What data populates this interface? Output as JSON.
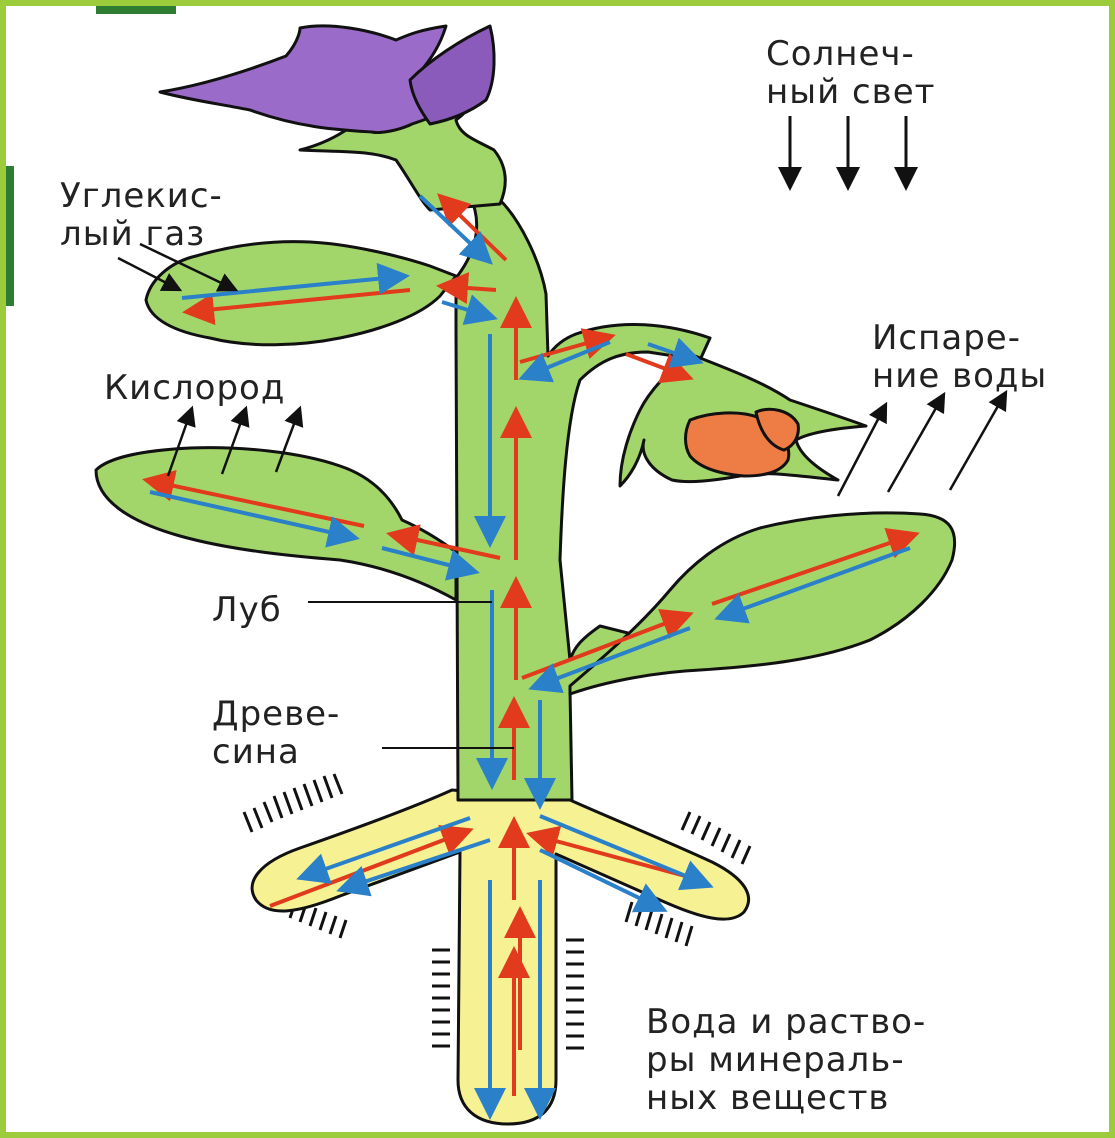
{
  "labels": {
    "sunlight_1": "Солнеч-",
    "sunlight_2": "ный свет",
    "co2_1": "Углекис-",
    "co2_2": "лый газ",
    "oxygen": "Кислород",
    "evaporation_1": "Испаре-",
    "evaporation_2": "ние воды",
    "phloem": "Луб",
    "xylem_1": "Древе-",
    "xylem_2": "сина",
    "water_1": "Вода и раство-",
    "water_2": "ры минераль-",
    "water_3": "ных веществ"
  },
  "colors": {
    "stem_green": "#a3d66a",
    "flower_purple": "#9b6bc9",
    "bud_orange": "#ee7c45",
    "root_yellow": "#f6f294",
    "xylem_red": "#e23a1c",
    "phloem_blue": "#2a80c9",
    "frame_green": "#9ccc3c"
  },
  "icons": {
    "sunlight_arrows": "down-arrow-icon",
    "oxygen_arrows": "up-right-arrow-icon",
    "evaporation_arrows": "up-right-arrow-icon",
    "co2_arrows": "down-right-arrow-icon"
  }
}
